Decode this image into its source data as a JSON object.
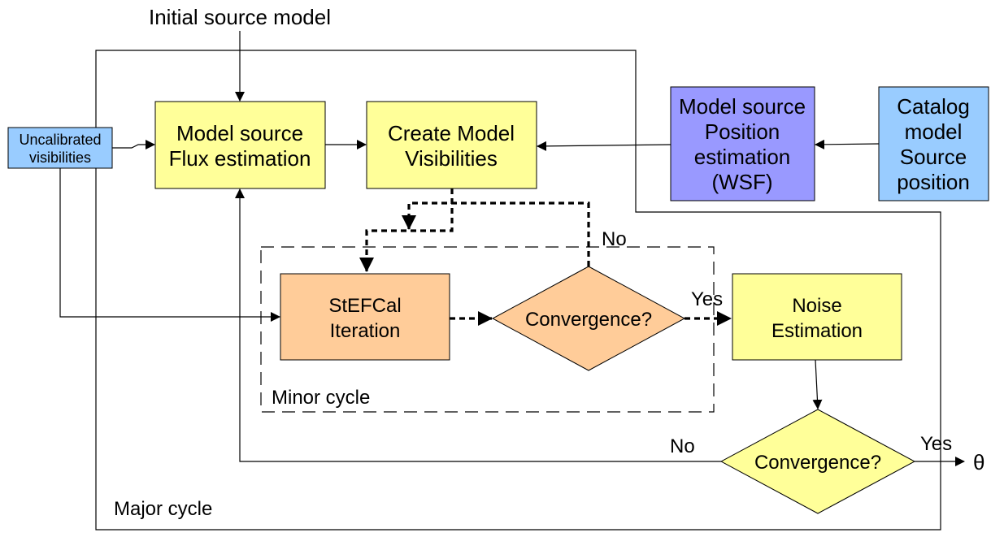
{
  "colors": {
    "yellow": "#ffff99",
    "blue_light": "#99ccff",
    "purple": "#9999ff",
    "orange": "#ffcc99"
  },
  "labels": {
    "initial_source_model": "Initial source model",
    "uncalibrated": [
      "Uncalibrated",
      "visibilities"
    ],
    "flux_estimation": [
      "Model source",
      "Flux estimation"
    ],
    "create_model": [
      "Create Model",
      "Visibilities"
    ],
    "position_estimation": [
      "Model source",
      "Position",
      "estimation",
      "(WSF)"
    ],
    "catalog": [
      "Catalog",
      "model",
      "Source",
      "position"
    ],
    "stefcal": [
      "StEFCal",
      "Iteration"
    ],
    "convergence_minor": "Convergence?",
    "noise": [
      "Noise",
      "Estimation"
    ],
    "convergence_major": "Convergence?",
    "no_minor": "No",
    "yes_minor": "Yes",
    "no_major": "No",
    "yes_major": "Yes",
    "theta": "θ",
    "minor_cycle": "Minor cycle",
    "major_cycle": "Major cycle"
  }
}
